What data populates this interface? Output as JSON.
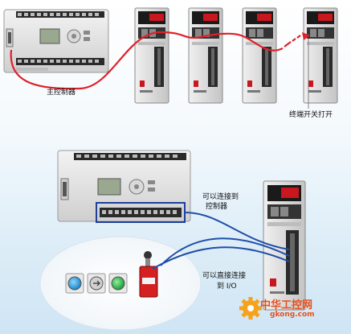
{
  "labels": {
    "main_controller": "主控制器",
    "terminator_on": "终端开关打开",
    "connect_controller_1": "可以连接到",
    "connect_controller_2": "控制器",
    "connect_io_1": "可以直接连接",
    "connect_io_2": "到 I/O"
  },
  "watermark": {
    "text": "中华工控网",
    "url": "gkong.com"
  },
  "colors": {
    "network_cable": "#e0202a",
    "io_cable": "#1f4fa8",
    "io_highlight": "#1f3f9a",
    "watermark": "#e8501c",
    "drive_display": "#c8171e",
    "button_blue": "#1a86c8",
    "button_green": "#1f9a3a",
    "limit_switch": "#d42020"
  },
  "icons": [
    "plc-controller",
    "servo-drive",
    "push-button-panel",
    "limit-switch",
    "gear-logo"
  ]
}
